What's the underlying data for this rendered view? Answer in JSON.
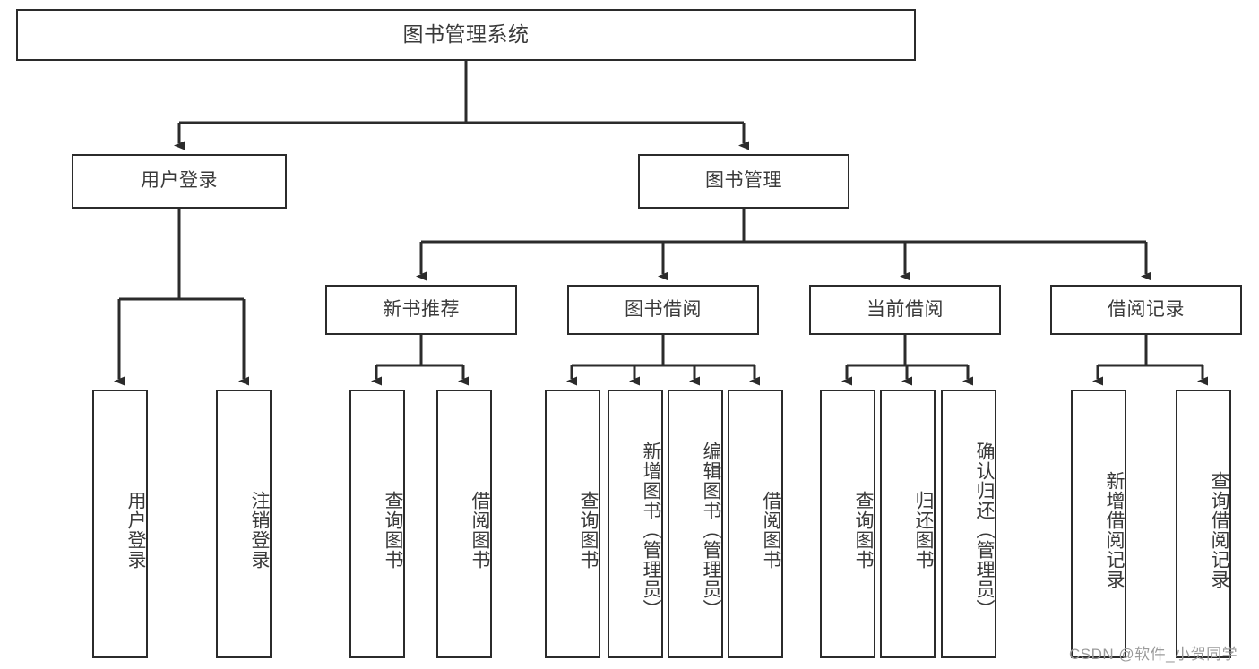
{
  "diagram": {
    "title": "图书管理系统",
    "type": "hierarchy-tree",
    "root": {
      "label": "图书管理系统"
    },
    "level2": [
      {
        "label": "用户登录"
      },
      {
        "label": "图书管理"
      }
    ],
    "level3": [
      {
        "label": "新书推荐"
      },
      {
        "label": "图书借阅"
      },
      {
        "label": "当前借阅"
      },
      {
        "label": "借阅记录"
      }
    ],
    "leaves": {
      "login": [
        {
          "label": "用户登录"
        },
        {
          "label": "注销登录"
        }
      ],
      "newbook": [
        {
          "label": "查询图书"
        },
        {
          "label": "借阅图书"
        }
      ],
      "borrow": [
        {
          "label": "查询图书"
        },
        {
          "label": "新增图书（管理员）"
        },
        {
          "label": "编辑图书（管理员）"
        },
        {
          "label": "借阅图书"
        }
      ],
      "current": [
        {
          "label": "查询图书"
        },
        {
          "label": "归还图书"
        },
        {
          "label": "确认归还（管理员）"
        }
      ],
      "record": [
        {
          "label": "新增借阅记录"
        },
        {
          "label": "查询借阅记录"
        }
      ]
    }
  },
  "watermark": {
    "text": "CSDN @软件_小贺同学"
  },
  "colors": {
    "box_border": "#2b2b2b",
    "box_fill": "#ffffff",
    "text": "#3a3a3a",
    "edge": "#2b2b2b",
    "watermark": "#9a9a9a",
    "background": "#ffffff"
  }
}
